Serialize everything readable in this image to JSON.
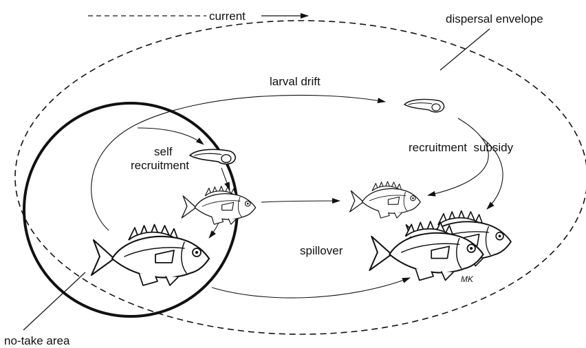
{
  "labels": {
    "current": "current",
    "dispersal_envelope": "dispersal envelope",
    "larval_drift": "larval drift",
    "self": "self",
    "recruitment": "recruitment",
    "recruitment_subsidy": "recruitment  subsidy",
    "spillover": "spillover",
    "no_take_area": "no-take area",
    "signature": "MK"
  },
  "icons": {
    "larva": "fish-larva-icon",
    "juvenile": "juvenile-fish-icon",
    "adult": "adult-fish-icon"
  },
  "colors": {
    "ink": "#111111",
    "background": "#ffffff"
  }
}
